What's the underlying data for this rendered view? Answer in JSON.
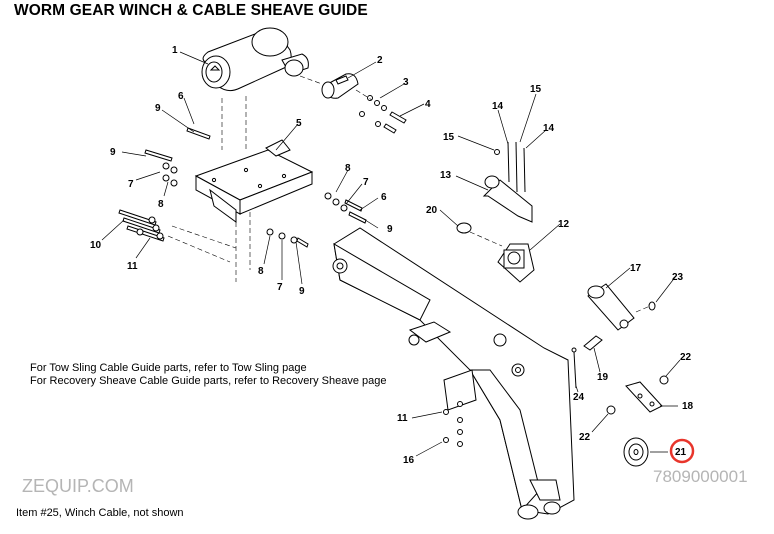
{
  "title": "WORM GEAR WINCH & CABLE SHEAVE GUIDE",
  "notes": [
    "For Tow Sling Cable Guide parts, refer to Tow Sling page",
    "For Recovery Sheave Cable Guide parts, refer to Recovery Sheave page"
  ],
  "watermark_left": "ZEQUIP.COM",
  "watermark_right": "7809000001",
  "footnote": "Item #25, Winch Cable, not shown",
  "highlight_color": "#e8352b",
  "callouts": [
    {
      "id": "c1",
      "label": "1"
    },
    {
      "id": "c2",
      "label": "2"
    },
    {
      "id": "c3",
      "label": "3"
    },
    {
      "id": "c4",
      "label": "4"
    },
    {
      "id": "c5",
      "label": "5"
    },
    {
      "id": "c6a",
      "label": "6"
    },
    {
      "id": "c6b",
      "label": "6"
    },
    {
      "id": "c7a",
      "label": "7"
    },
    {
      "id": "c7b",
      "label": "7"
    },
    {
      "id": "c7c",
      "label": "7"
    },
    {
      "id": "c8a",
      "label": "8"
    },
    {
      "id": "c8b",
      "label": "8"
    },
    {
      "id": "c8c",
      "label": "8"
    },
    {
      "id": "c9a",
      "label": "9"
    },
    {
      "id": "c9b",
      "label": "9"
    },
    {
      "id": "c9c",
      "label": "9"
    },
    {
      "id": "c9d",
      "label": "9"
    },
    {
      "id": "c10",
      "label": "10"
    },
    {
      "id": "c11a",
      "label": "11"
    },
    {
      "id": "c11b",
      "label": "11"
    },
    {
      "id": "c12",
      "label": "12"
    },
    {
      "id": "c13",
      "label": "13"
    },
    {
      "id": "c14a",
      "label": "14"
    },
    {
      "id": "c14b",
      "label": "14"
    },
    {
      "id": "c15a",
      "label": "15"
    },
    {
      "id": "c15b",
      "label": "15"
    },
    {
      "id": "c16",
      "label": "16"
    },
    {
      "id": "c17",
      "label": "17"
    },
    {
      "id": "c18",
      "label": "18"
    },
    {
      "id": "c19",
      "label": "19"
    },
    {
      "id": "c20",
      "label": "20"
    },
    {
      "id": "c21",
      "label": "21"
    },
    {
      "id": "c22a",
      "label": "22"
    },
    {
      "id": "c22b",
      "label": "22"
    },
    {
      "id": "c23",
      "label": "23"
    },
    {
      "id": "c24",
      "label": "24"
    }
  ]
}
